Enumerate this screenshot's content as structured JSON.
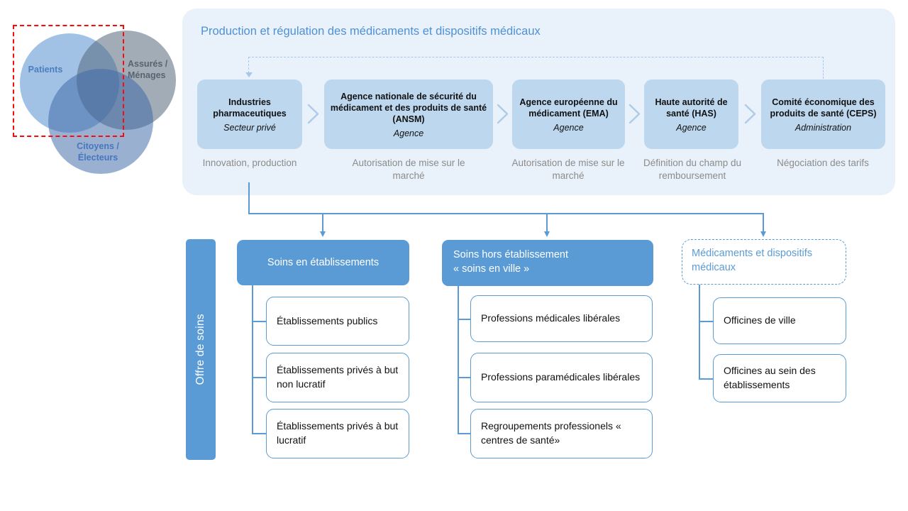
{
  "venn": {
    "labels": {
      "patients": "Patients",
      "assures": "Assurés / Ménages",
      "citoyens": "Citoyens / Électeurs"
    }
  },
  "panel": {
    "title": "Production et régulation des médicaments et dispositifs médicaux",
    "boxes": [
      {
        "name": "Industries pharmaceutiques",
        "subtitle": "Secteur privé",
        "caption": "Innovation, production"
      },
      {
        "name": "Agence nationale de sécurité du médicament et des produits de santé (ANSM)",
        "subtitle": "Agence",
        "caption": "Autorisation de mise sur le marché"
      },
      {
        "name": "Agence européenne du médicament (EMA)",
        "subtitle": "Agence",
        "caption": "Autorisation de mise sur le marché"
      },
      {
        "name": "Haute autorité de santé (HAS)",
        "subtitle": "Agence",
        "caption": "Définition du champ du remboursement"
      },
      {
        "name": "Comité économique des produits de santé (CEPS)",
        "subtitle": "Administration",
        "caption": "Négociation des tarifs"
      }
    ]
  },
  "offer": {
    "sidebar_label": "Offre de soins",
    "columns": [
      {
        "header": "Soins en établissements",
        "items": [
          "Établissements publics",
          "Établissements privés à but non lucratif",
          "Établissements privés à but lucratif"
        ]
      },
      {
        "header_line1": "Soins hors établissement",
        "header_line2": "« soins en ville »",
        "items": [
          "Professions médicales libérales",
          "Professions paramédicales libérales",
          "Regroupements professionels « centres de santé»"
        ]
      },
      {
        "header": "Médicaments et dispositifs médicaux",
        "items": [
          "Officines de ville",
          "Officines au sein des établissements"
        ]
      }
    ]
  },
  "colors": {
    "accent_blue": "#5b9bd5",
    "box_fill": "#bdd7ee",
    "panel_bg": "#e9f1fa",
    "light_dash": "#a9c7e7",
    "red_dash": "#fb0a0a",
    "gray_text": "#8c8c8c"
  }
}
